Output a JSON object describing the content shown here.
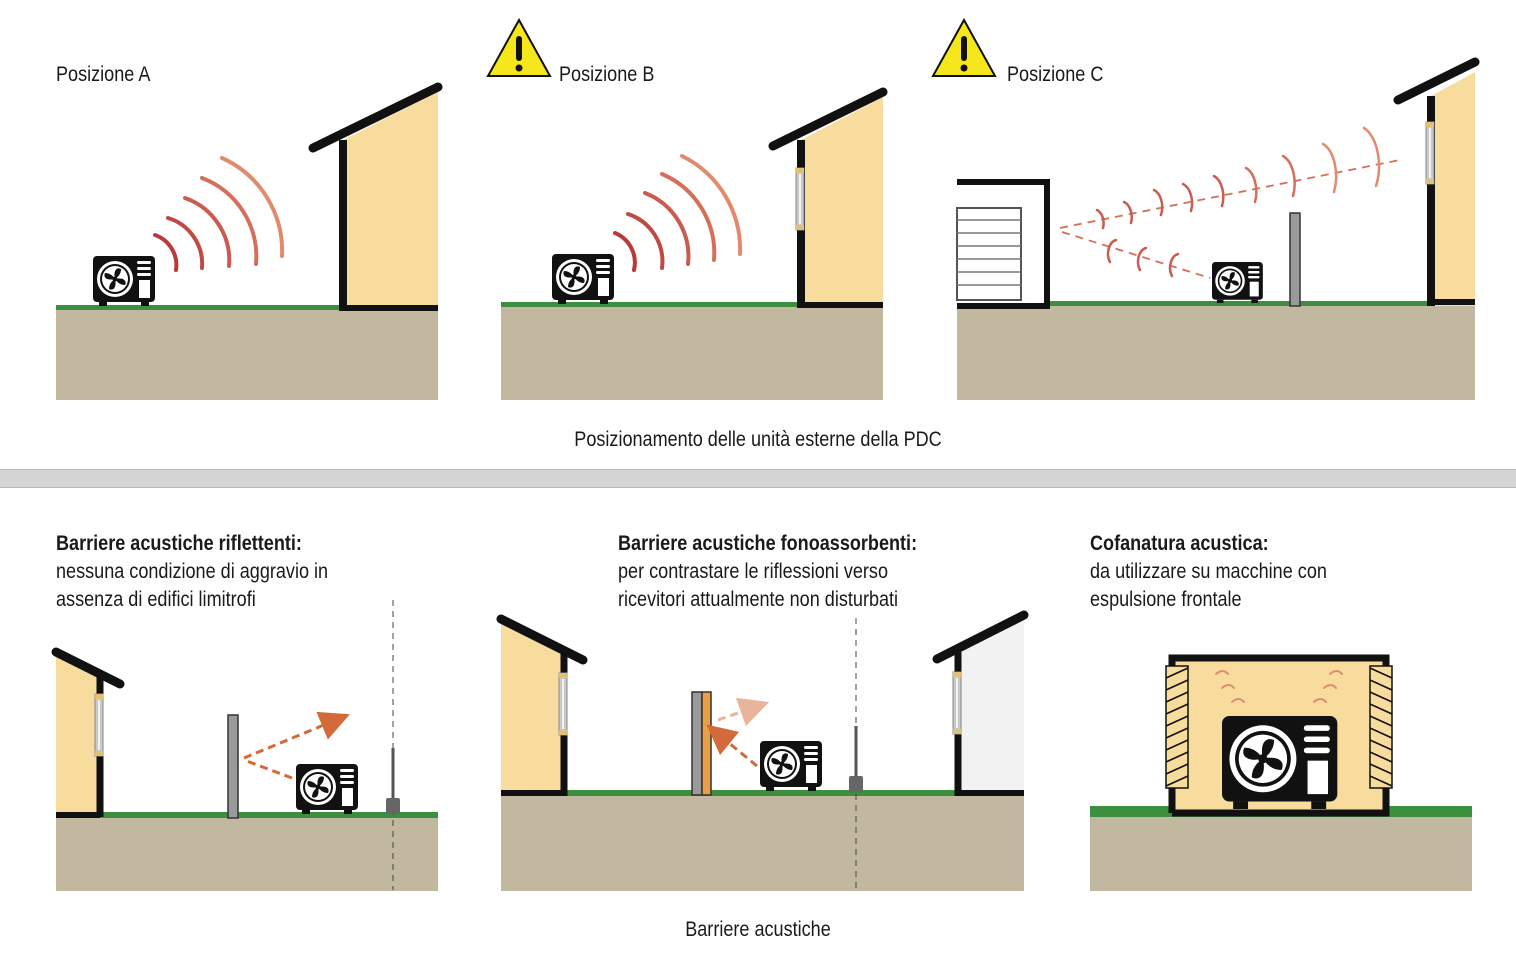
{
  "top": {
    "panel_a": {
      "label": "Posizione A"
    },
    "panel_b": {
      "label": "Posizione B"
    },
    "panel_c": {
      "label": "Posizione C"
    },
    "caption": "Posizionamento delle unità esterne della PDC"
  },
  "bottom": {
    "panel_1": {
      "title": "Barriere acustiche riflettenti:",
      "line1": "nessuna condizione di aggravio in",
      "line2": "assenza di edifici limitrofi"
    },
    "panel_2": {
      "title": "Barriere acustiche fonoassorbenti:",
      "line1": "per contrastare le riflessioni verso",
      "line2": "ricevitori attualmente non disturbati"
    },
    "panel_3": {
      "title": "Cofanatura acustica:",
      "line1": "da utilizzare su macchine con",
      "line2": "espulsione frontale"
    },
    "caption": "Barriere acustiche"
  },
  "colors": {
    "ground": "#c2b8a0",
    "grass": "#3b8f3e",
    "house": "#f7dc9e",
    "wave_dark": "#b83a3a",
    "wave_light": "#e28a6e",
    "arrow": "#d36a3a",
    "warning": "#f6e71c"
  },
  "icons": [
    "warning-icon",
    "heat-pump-unit-icon",
    "fan-icon",
    "house-icon",
    "garage-icon",
    "barrier-icon",
    "lamp-post-icon"
  ]
}
